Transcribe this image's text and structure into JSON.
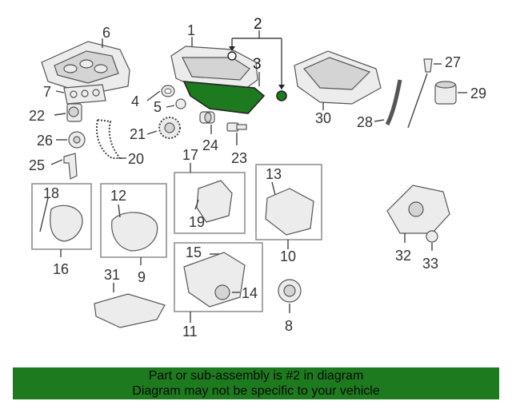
{
  "callouts": [
    "1",
    "2",
    "3",
    "4",
    "5",
    "6",
    "7",
    "8",
    "9",
    "10",
    "11",
    "12",
    "13",
    "14",
    "15",
    "16",
    "17",
    "18",
    "19",
    "20",
    "21",
    "22",
    "23",
    "24",
    "25",
    "26",
    "27",
    "28",
    "29",
    "30",
    "31",
    "32",
    "33"
  ],
  "colors": {
    "highlight": "#1e7a1e",
    "banner": "#1e7a1e"
  },
  "notice": {
    "line1": "Part or sub-assembly is #2 in diagram",
    "line2": "Diagram may not be specific to your vehicle"
  }
}
